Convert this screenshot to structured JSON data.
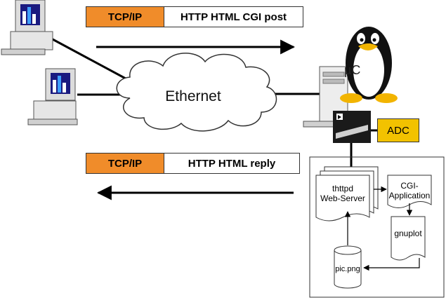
{
  "post_bar": {
    "protocol": "TCP/IP",
    "payload": "HTTP HTML CGI post"
  },
  "reply_bar": {
    "protocol": "TCP/IP",
    "payload": "HTTP HTML reply"
  },
  "network": {
    "label": "Ethernet"
  },
  "board": {
    "cpu_label": "µC",
    "adc_label": "ADC"
  },
  "server": {
    "webserver_line1": "thttpd",
    "webserver_line2": "Web-Server",
    "cgi_line1": "CGI-",
    "cgi_line2": "Application",
    "plotter": "gnuplot",
    "image": "pic.png"
  },
  "colors": {
    "protocol_tag": "#f08c2a",
    "adc_box": "#f2c200"
  }
}
